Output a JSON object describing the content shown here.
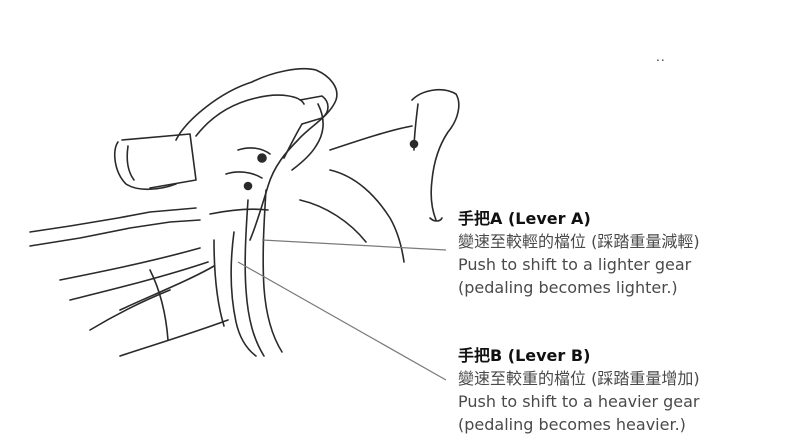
{
  "lever_a": {
    "title": "手把A (Lever A)",
    "zh": "變速至較輕的檔位 (踩踏重量減輕)",
    "en_line1": "Push to shift to a lighter gear",
    "en_line2": "(pedaling becomes lighter.)"
  },
  "lever_b": {
    "title": "手把B (Lever B)",
    "zh": "變速至較重的檔位 (踩踏重量增加)",
    "en_line1": "Push to shift to a heavier gear",
    "en_line2": "(pedaling becomes heavier.)"
  },
  "marks": {
    "dots": ".."
  },
  "colors": {
    "ink": "#2a2a2a",
    "leader": "#7a7a7a",
    "text": "#4a4a4a",
    "title": "#111111"
  },
  "icons": {
    "figure": "bicycle-handlebar-shifter-sketch"
  }
}
